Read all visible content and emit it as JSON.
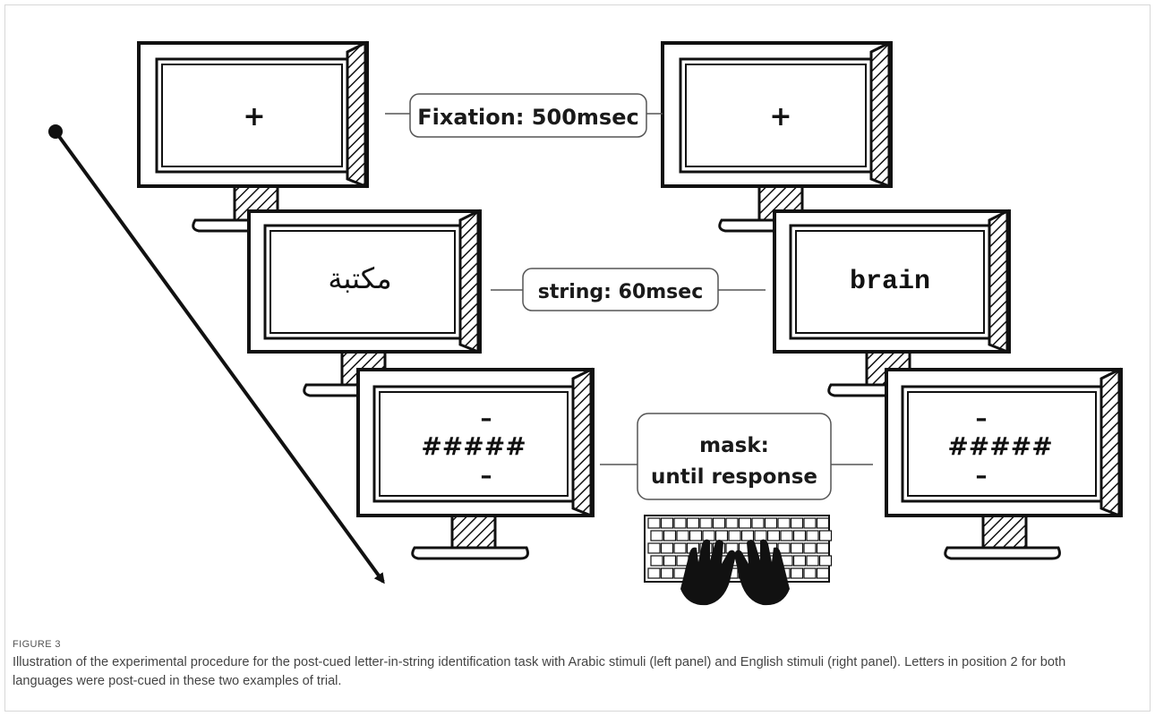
{
  "panels": {
    "arabic": {
      "screen1": "+",
      "screen2": "مكتبة",
      "screen3": "#####",
      "cue_mark": "–"
    },
    "english": {
      "screen1": "+",
      "screen2": "brain",
      "screen3": "#####",
      "cue_mark": "–"
    }
  },
  "stage_labels": {
    "fixation": "Fixation: 500msec",
    "string": "string: 60msec",
    "mask_line1": "mask:",
    "mask_line2": "until response"
  },
  "caption": {
    "figure_label": "FIGURE 3",
    "text": "Illustration of the experimental procedure for the post-cued letter-in-string identification task with Arabic stimuli (left panel) and English stimuli (right panel). Letters in position 2 for both languages were post-cued in these two examples of trial."
  }
}
